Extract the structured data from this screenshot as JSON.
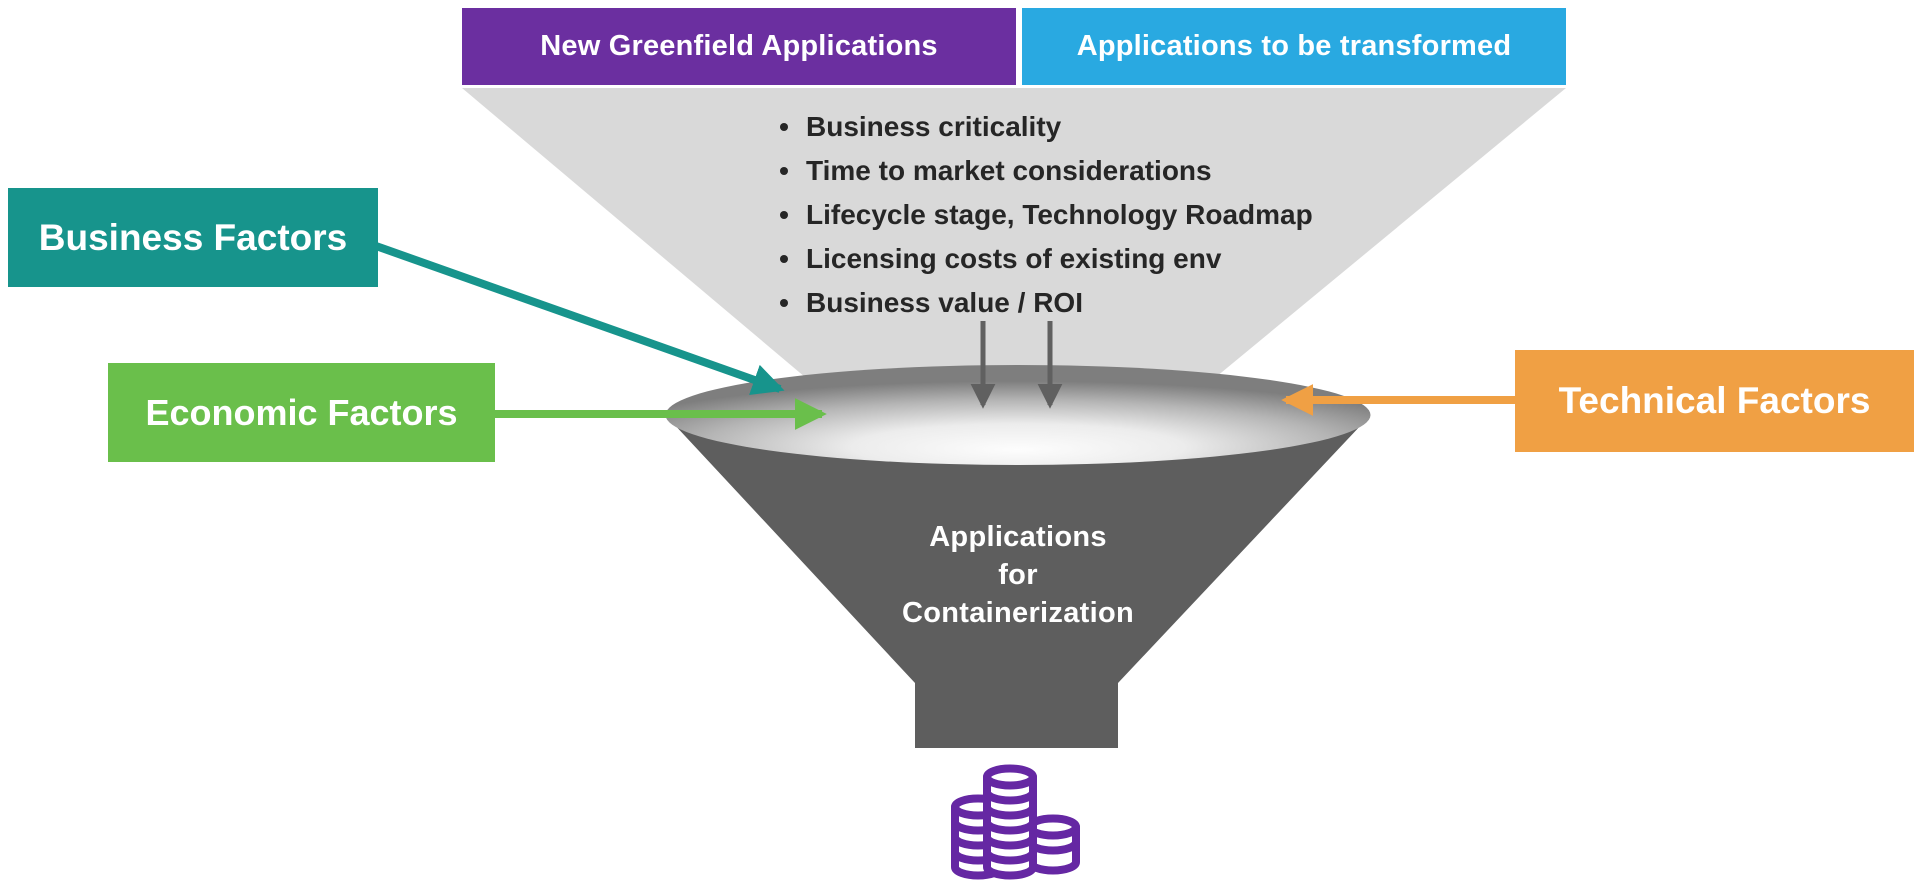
{
  "header": {
    "left_tab": "New Greenfield Applications",
    "right_tab": "Applications to be transformed"
  },
  "criteria": {
    "bullets": [
      "Business criticality",
      "Time to market considerations",
      "Lifecycle stage, Technology Roadmap",
      "Licensing costs of existing env",
      "Business value / ROI"
    ]
  },
  "factors": {
    "business": "Business Factors",
    "economic": "Economic Factors",
    "technical": "Technical Factors"
  },
  "funnel": {
    "label_lines": [
      "Applications",
      "for",
      "Containerization"
    ]
  },
  "icons": {
    "coin_stack": "coin-stack-icon",
    "down_arrows": "down-arrow-icon"
  },
  "colors": {
    "purple_header": "#6b2fa0",
    "blue_header": "#29a9e1",
    "teal_business": "#17948c",
    "green_economic": "#6abf4b",
    "orange_technical": "#f0a044",
    "trapezoid_gray": "#d9d9d9",
    "funnel_dark": "#5e5e5e",
    "arrow_gray": "#606060",
    "coin_purple": "#6527a3",
    "bullet_text": "#262626"
  }
}
